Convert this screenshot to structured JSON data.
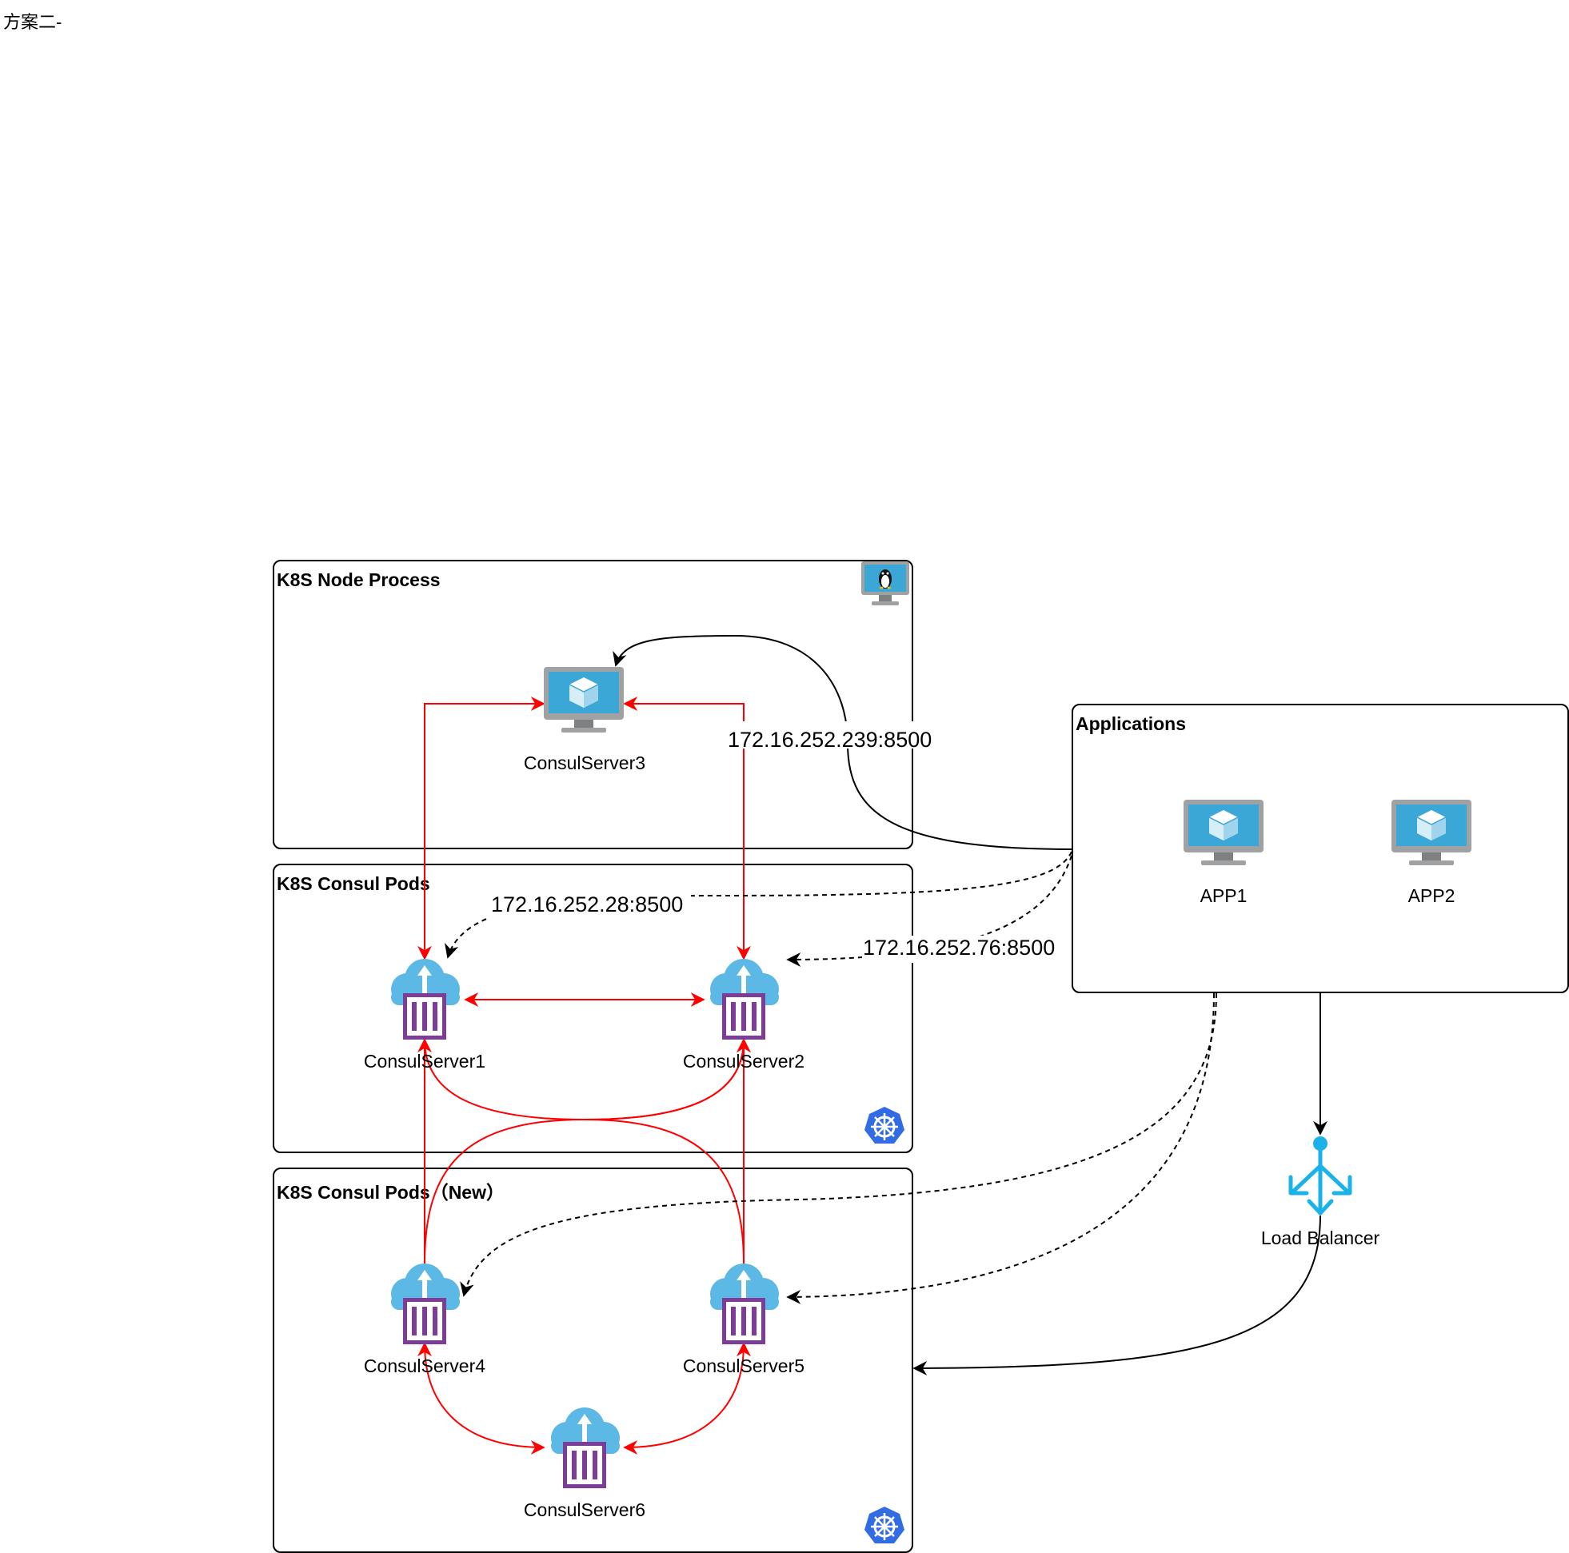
{
  "page": {
    "title": "方案二-"
  },
  "groups": {
    "node_process": {
      "title": "K8S Node Process"
    },
    "consul_pods": {
      "title": "K8S Consul Pods"
    },
    "consul_pods_new": {
      "title": "K8S Consul Pods（New）"
    },
    "applications": {
      "title": "Applications"
    }
  },
  "nodes": {
    "consul_server3": {
      "label": "ConsulServer3",
      "icon": "vm-icon"
    },
    "consul_server1": {
      "label": "ConsulServer1",
      "icon": "container-cloud-icon"
    },
    "consul_server2": {
      "label": "ConsulServer2",
      "icon": "container-cloud-icon"
    },
    "consul_server4": {
      "label": "ConsulServer4",
      "icon": "container-cloud-icon"
    },
    "consul_server5": {
      "label": "ConsulServer5",
      "icon": "container-cloud-icon"
    },
    "consul_server6": {
      "label": "ConsulServer6",
      "icon": "container-cloud-icon"
    },
    "app1": {
      "label": "APP1",
      "icon": "vm-icon"
    },
    "app2": {
      "label": "APP2",
      "icon": "vm-icon"
    },
    "load_balancer": {
      "label": "Load Balancer",
      "icon": "load-balancer-icon"
    }
  },
  "edges": {
    "to_server3": {
      "label": "172.16.252.239:8500"
    },
    "to_server1": {
      "label": "172.16.252.28:8500"
    },
    "to_server2": {
      "label": "172.16.252.76:8500"
    }
  },
  "colors": {
    "cluster_link": "#ff0000",
    "app_link": "#000000",
    "vm_screen": "#3ba7d6",
    "container": "#7d3c98",
    "cloud": "#5cb8e4",
    "k8s": "#326ce5",
    "load_balancer": "#1ab2e8"
  }
}
